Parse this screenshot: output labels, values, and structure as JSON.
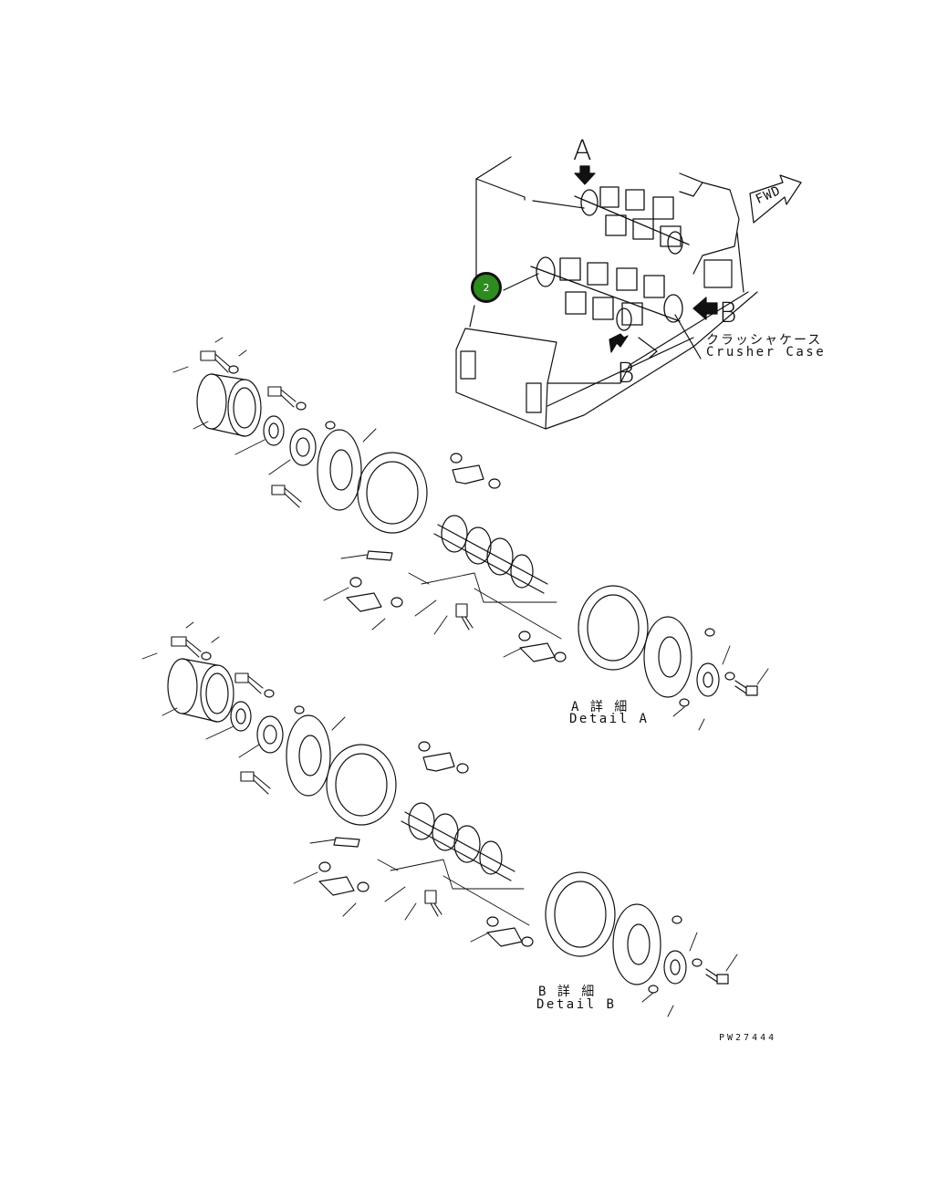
{
  "sheet": {
    "id_code": "PW27444"
  },
  "callouts": [
    {
      "number": "2",
      "color": "#2e8b1f"
    }
  ],
  "view_arrows": {
    "view_a": "A",
    "view_b_top": "B",
    "view_b_bottom": "B"
  },
  "orientation": {
    "fwd_label": "FWD"
  },
  "assembly_label": {
    "jp": "クラッシャケース",
    "en": "Crusher Case"
  },
  "details": [
    {
      "jp": "A 詳 細",
      "en": "Detail A"
    },
    {
      "jp": "B 詳 細",
      "en": "Detail B"
    }
  ]
}
